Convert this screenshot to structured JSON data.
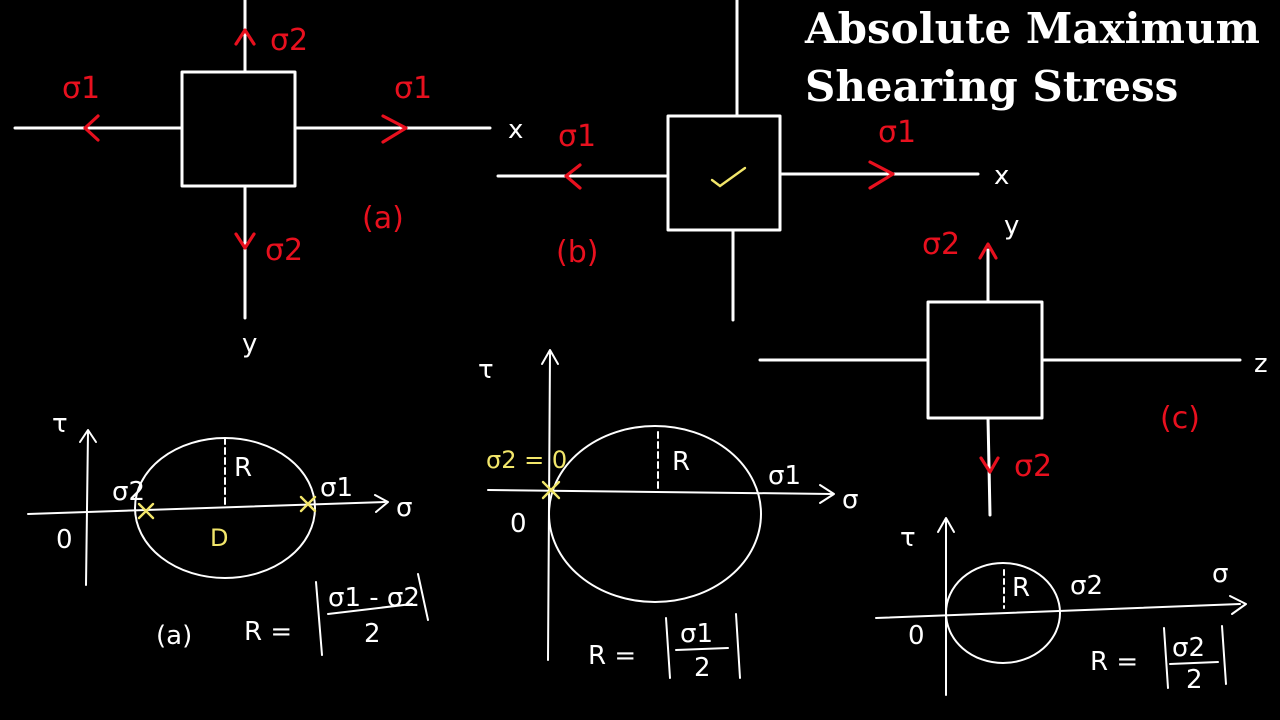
{
  "title": {
    "line1": "Absolute Maximum",
    "line2": "Shearing Stress"
  },
  "colors": {
    "background": "#000000",
    "chalk": "#ffffff",
    "stress_arrows": "#e8101e",
    "highlight": "#f2e66a"
  },
  "element_a": {
    "stress_top": "σ2",
    "stress_bottom": "σ2",
    "stress_left": "σ1",
    "stress_right": "σ1",
    "axis_x": "x",
    "axis_y": "y",
    "tag": "(a)"
  },
  "element_b": {
    "stress_left": "σ1",
    "stress_right": "σ1",
    "axis_x": "x",
    "tag": "(b)",
    "check_mark_icon": "check-icon"
  },
  "element_c": {
    "stress_top": "σ2",
    "stress_bottom": "σ2",
    "axis_y": "y",
    "axis_z": "z",
    "tag": "(c)"
  },
  "mohr_a": {
    "tau": "τ",
    "origin": "0",
    "sigma": "σ",
    "point_left": "σ2",
    "point_right": "σ1",
    "radius": "R",
    "center": "D",
    "tag": "(a)",
    "formula_lhs": "R =",
    "formula_num": "σ1 - σ2",
    "formula_den": "2"
  },
  "mohr_b": {
    "tau": "τ",
    "origin": "0",
    "sigma": "σ",
    "point_left": "σ2 = 0",
    "point_right": "σ1",
    "radius": "R",
    "formula_lhs": "R =",
    "formula_num": "σ1",
    "formula_den": "2"
  },
  "mohr_c": {
    "tau": "τ",
    "origin": "0",
    "sigma": "σ",
    "point_right": "σ2",
    "radius": "R",
    "formula_lhs": "R =",
    "formula_num": "σ2",
    "formula_den": "2"
  }
}
